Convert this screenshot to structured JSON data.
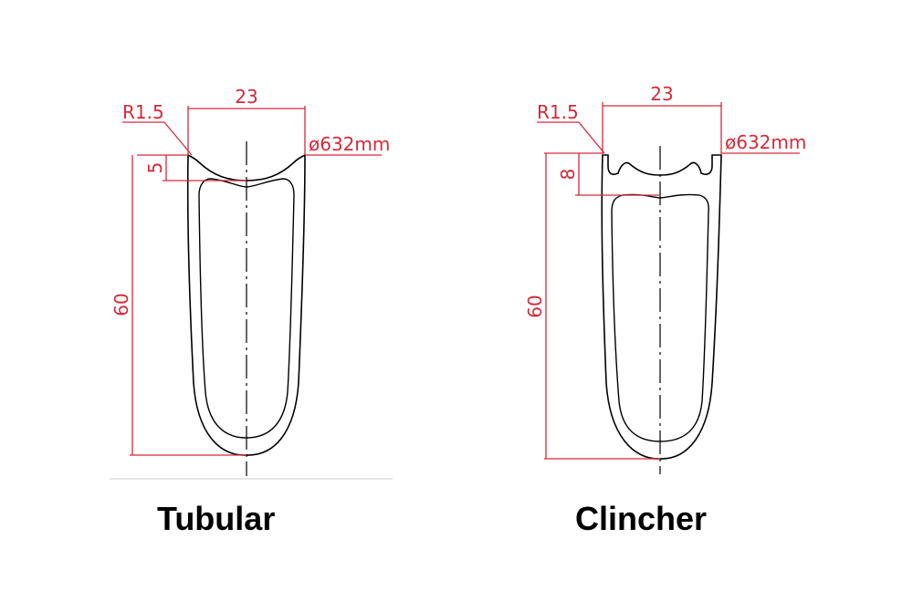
{
  "colors": {
    "dimension": "#d42a3a",
    "outline": "#000000",
    "background": "#ffffff"
  },
  "tubular": {
    "caption": "Tubular",
    "width_label": "23",
    "radius_label": "R1.5",
    "diameter_label": "ø632mm",
    "bed_depth_label": "5",
    "height_label": "60"
  },
  "clincher": {
    "caption": "Clincher",
    "width_label": "23",
    "radius_label": "R1.5",
    "diameter_label": "ø632mm",
    "bed_depth_label": "8",
    "height_label": "60"
  }
}
